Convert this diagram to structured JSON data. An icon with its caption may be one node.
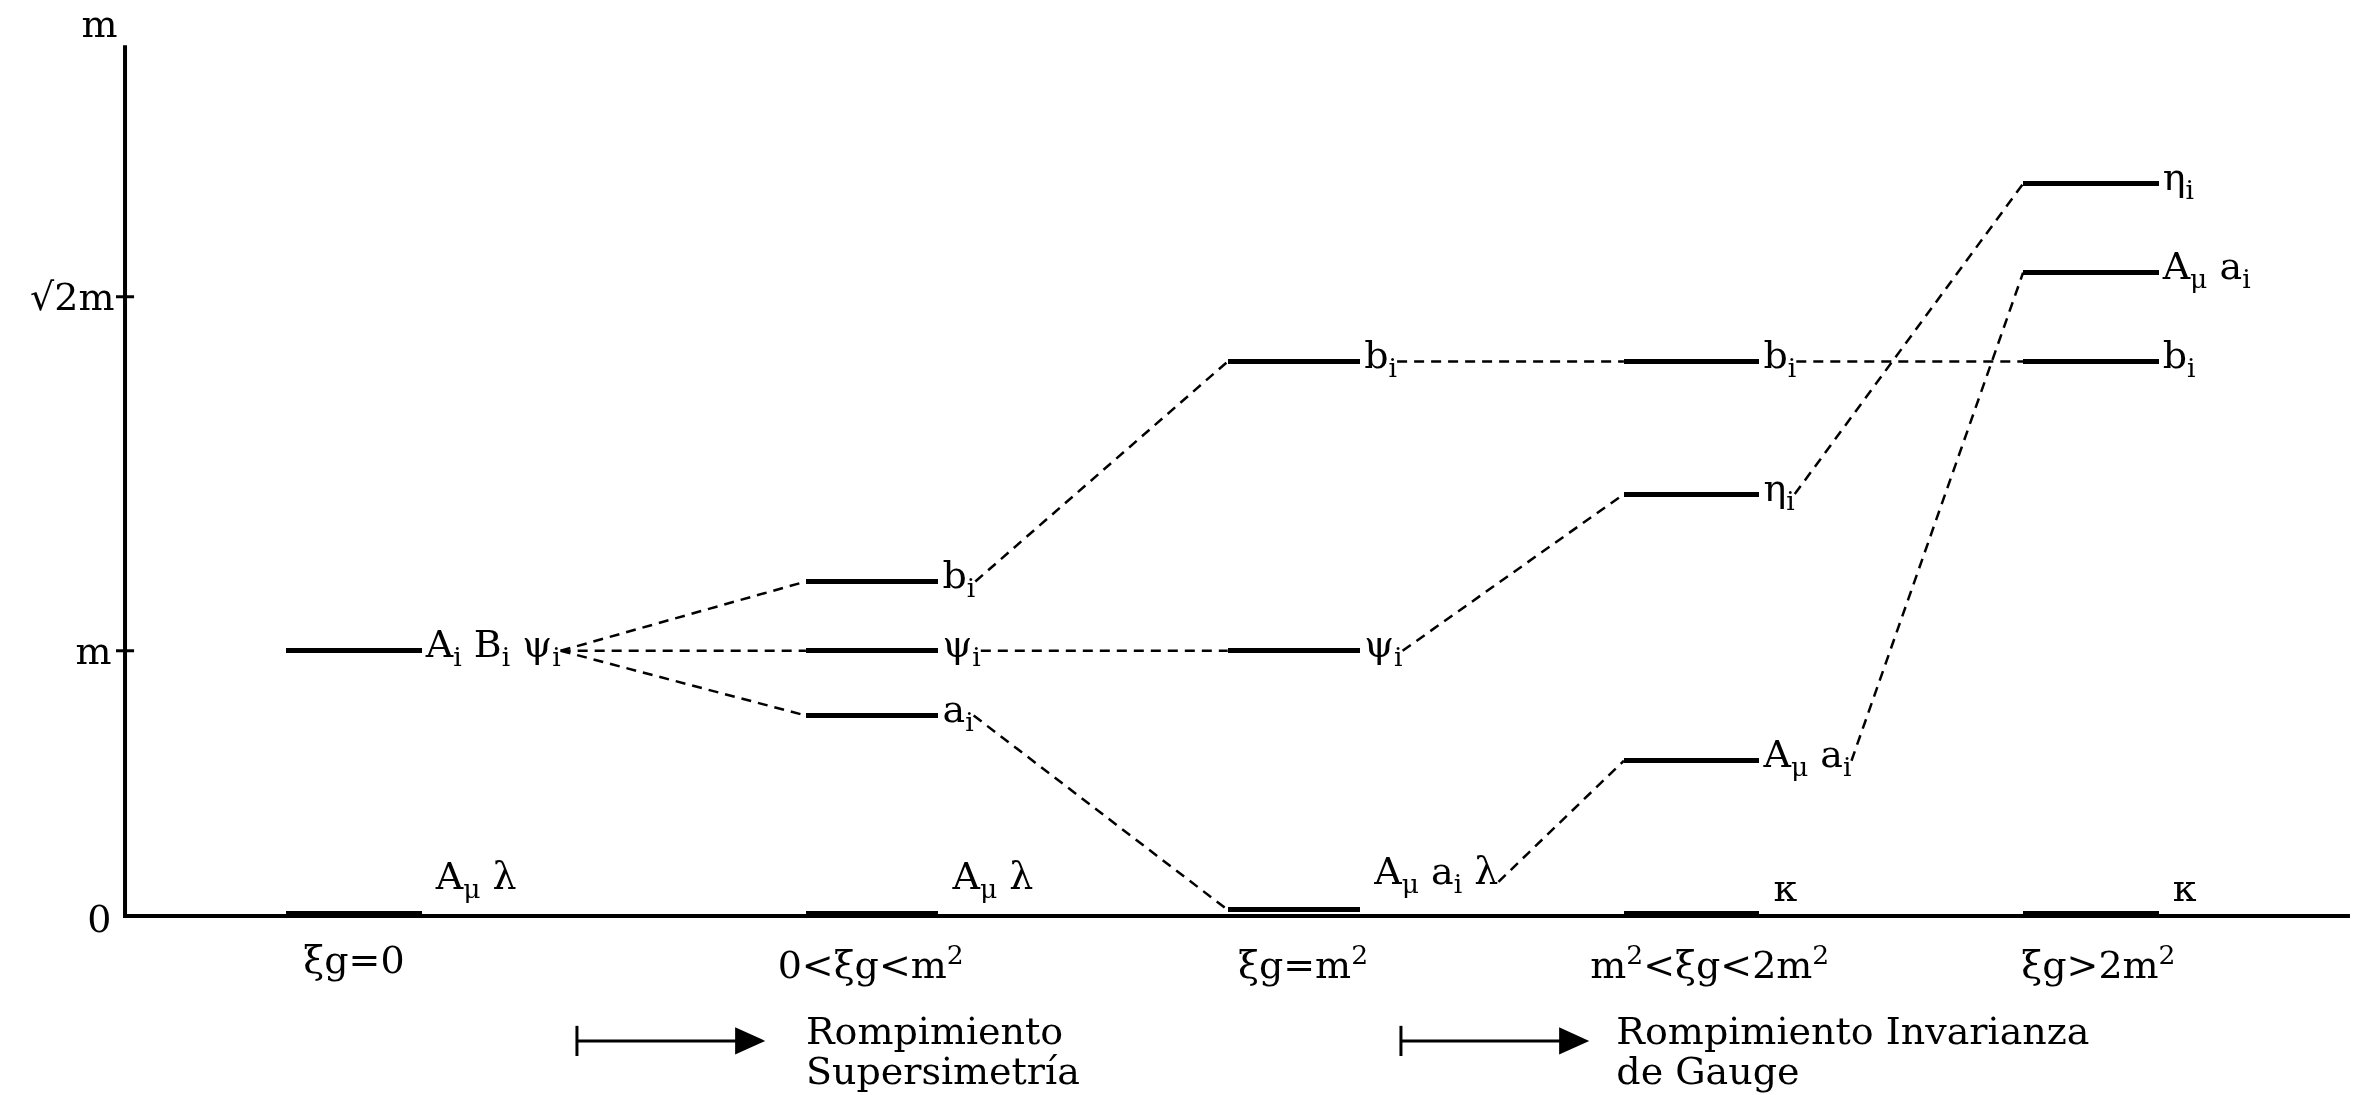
{
  "diagram": {
    "nodes": [
      {
        "text": [
          "A$_{i}$ B$_{i}$ ψ$_{i}$"
        ]
      },
      {
        "text": [
          "A$_{μ}$ λ"
        ]
      },
      {
        "text": [
          "b$_{i}$"
        ]
      },
      {
        "text": [
          "ψ$_{i}$"
        ]
      },
      {
        "text": [
          "a$_{i}$"
        ]
      },
      {
        "text": [
          "A$_{μ}$ λ"
        ]
      },
      {
        "text": [
          "b$_{i}$"
        ]
      },
      {
        "text": [
          "ψ$_{i}$"
        ]
      },
      {
        "text": [
          "A$_{μ}$ a$_{i}$ λ"
        ]
      },
      {
        "text": [
          "b$_{i}$"
        ]
      },
      {
        "text": [
          "η$_{i}$"
        ]
      },
      {
        "text": [
          "A$_{μ}$ a$_{i}$"
        ]
      },
      {
        "text": [
          "κ"
        ]
      },
      {
        "text": [
          "η$_{i}$"
        ]
      },
      {
        "text": [
          "A$_{μ}$ a$_{i}$"
        ]
      },
      {
        "text": [
          "b$_{i}$"
        ]
      },
      {
        "text": [
          "κ"
        ]
      }
    ],
    "edges": [
      {
        "from": 0,
        "to": 2,
        "arrow": "none",
        "style": "dashed"
      },
      {
        "from": 0,
        "to": 3,
        "arrow": "none",
        "style": "dashed"
      },
      {
        "from": 0,
        "to": 4,
        "arrow": "none",
        "style": "dashed"
      },
      {
        "from": 2,
        "to": 6,
        "arrow": "none",
        "style": "dashed"
      },
      {
        "from": 3,
        "to": 7,
        "arrow": "none",
        "style": "dashed"
      },
      {
        "from": 4,
        "to": 8,
        "arrow": "none",
        "style": "dashed"
      },
      {
        "from": 6,
        "to": 9,
        "arrow": "none",
        "style": "dashed"
      },
      {
        "from": 7,
        "to": 10,
        "arrow": "none",
        "style": "dashed"
      },
      {
        "from": 8,
        "to": 11,
        "arrow": "none",
        "style": "dashed"
      },
      {
        "from": 9,
        "to": 15,
        "arrow": "none",
        "style": "dashed"
      },
      {
        "from": 10,
        "to": 13,
        "arrow": "none",
        "style": "dashed"
      },
      {
        "from": 11,
        "to": 14,
        "arrow": "none",
        "style": "dashed"
      }
    ],
    "labels": [
      "m",
      "√2m",
      "m",
      "0",
      "ξg=0",
      "0<ξg<m$^{2}$",
      "ξg=m$^{2}$",
      "m$^{2}$<ξg<2m$^{2}$",
      "ξg>2m$^{2}$",
      "Rompimiento Supersimetría",
      "Rompimiento Invarianza de Gauge"
    ]
  }
}
